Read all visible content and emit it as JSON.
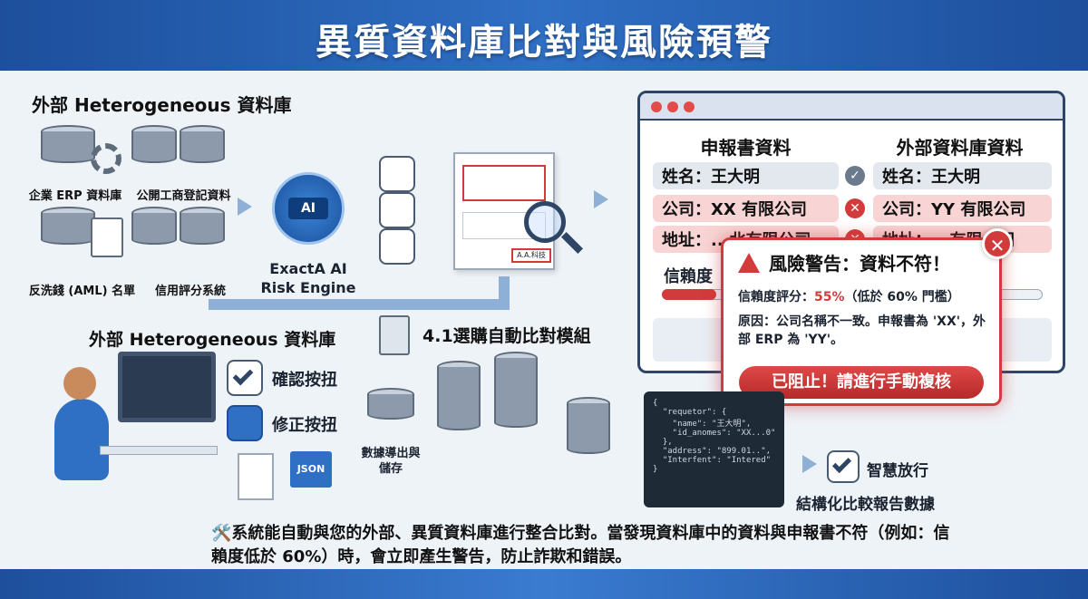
{
  "title": "異質資料庫比對與風險預警",
  "left_panel": {
    "header": "外部 Heterogeneous 資料庫",
    "db_labels": [
      "企業 ERP 資料庫",
      "公開工商登記資料",
      "反洗錢 (AML) 名單",
      "信用評分系統"
    ]
  },
  "engine": {
    "label": "ExactA AI Risk Engine",
    "chip": "AI"
  },
  "doc_stamp": "A.A.科技",
  "browser": {
    "col_left": "申報書資料",
    "col_right": "外部資料庫資料",
    "rows": [
      {
        "left": "姓名：王大明",
        "right": "姓名：王大明",
        "status": "match"
      },
      {
        "left": "公司：XX 有限公司",
        "right": "公司：YY 有限公司",
        "status": "mismatch"
      },
      {
        "left": "地址：...北有限公司",
        "right": "地址：...有限公司",
        "status": "mismatch"
      }
    ],
    "confidence_label": "信賴度"
  },
  "alert": {
    "title": "風險警告：資料不符！",
    "score_label": "信賴度評分：",
    "score_value": "55%",
    "score_note": "（低於 60% 門檻）",
    "reason": "原因：公司名稱不一致。申報書為 'XX'，外部 ERP 為 'YY'。",
    "button": "已阻止！請進行手動複核",
    "close": "✕"
  },
  "bottom_section": {
    "header": "外部 Heterogeneous 資料庫",
    "module_title": "4.1選購自動比對模組",
    "confirm_label": "確認按扭",
    "fix_label": "修正按扭",
    "json_label": "JSON",
    "export_label": "數據導出與儲存",
    "smart_pass": "智慧放行",
    "report_label": "結構化比較報告數據"
  },
  "code_lines": "{\n  \"requetor\": {\n    \"name\": \"王大明\",\n    \"id_anomes\": \"XX...0\"\n  },\n  \"address\": \"899.01..\",\n  \"Interfent\": \"Intered\"\n}",
  "description": "🛠️系統能自動與您的外部、異質資料庫進行整合比對。當發現資料庫中的資料與申報書不符（例如：信賴度低於 60%）時，會立即產生警告，防止詐欺和錯誤。",
  "colors": {
    "banner": "#1d4f9c",
    "danger": "#d23b3b",
    "ok": "#6b7a8c"
  }
}
